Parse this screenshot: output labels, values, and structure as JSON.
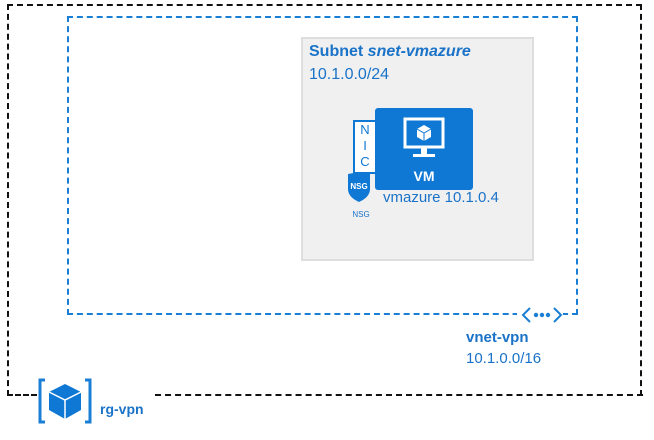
{
  "resource_group": {
    "name": "rg-vpn",
    "icon": "resource-group-cube-icon",
    "border_color": "#111111"
  },
  "vnet": {
    "name": "vnet-vpn",
    "cidr": "10.1.0.0/16",
    "icon": "vnet-peering-icon",
    "border_color": "#1a7fd4"
  },
  "subnet": {
    "prefix": "Subnet",
    "name": "snet-vmazure",
    "cidr": "10.1.0.0/24",
    "background": "#f0f0f0"
  },
  "vm": {
    "tile_label": "VM",
    "name_ip": "vmazure 10.1.0.4",
    "icon": "monitor-cube-icon",
    "color": "#0f78d4"
  },
  "nic": {
    "letters": [
      "N",
      "I",
      "C"
    ]
  },
  "nsg": {
    "badge_label": "NSG",
    "caption": "NSG"
  }
}
